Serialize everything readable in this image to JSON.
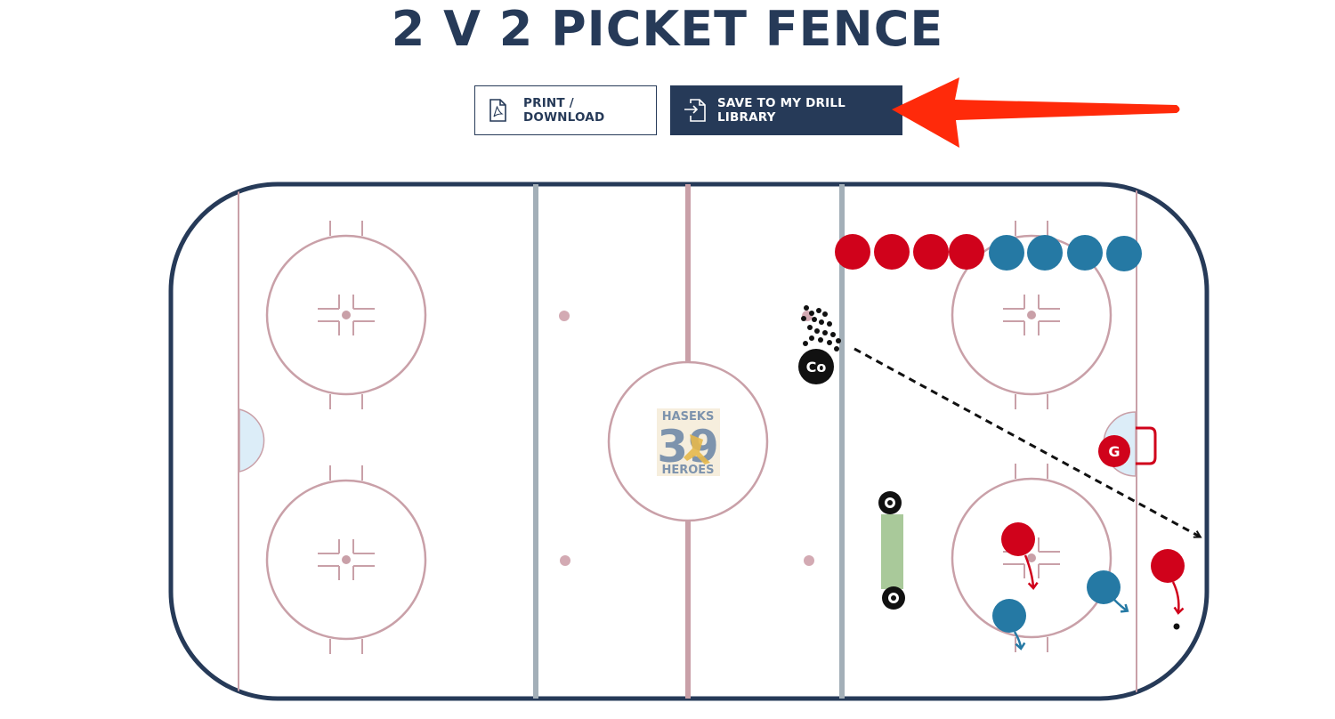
{
  "page": {
    "title": "2 V 2 PICKET FENCE"
  },
  "actions": {
    "print_label": "PRINT / DOWNLOAD",
    "save_label": "SAVE TO MY DRILL LIBRARY"
  },
  "diagram": {
    "logo_top": "HASEKS",
    "logo_number": "39",
    "logo_bottom": "HEROES",
    "coach_label": "Co",
    "goalie_label": "G"
  },
  "colors": {
    "navy": "#263a58",
    "red_player": "#d0021b",
    "blue_player": "#2579a4",
    "rink_line": "#c9a0a8",
    "blue_line": "#a3afb8",
    "crease": "#dcedf8",
    "annotation_arrow": "#ff2a0a",
    "cone_bar": "#a9c99a"
  },
  "icons": {
    "print": "pdf-file-icon",
    "save": "file-import-icon"
  }
}
